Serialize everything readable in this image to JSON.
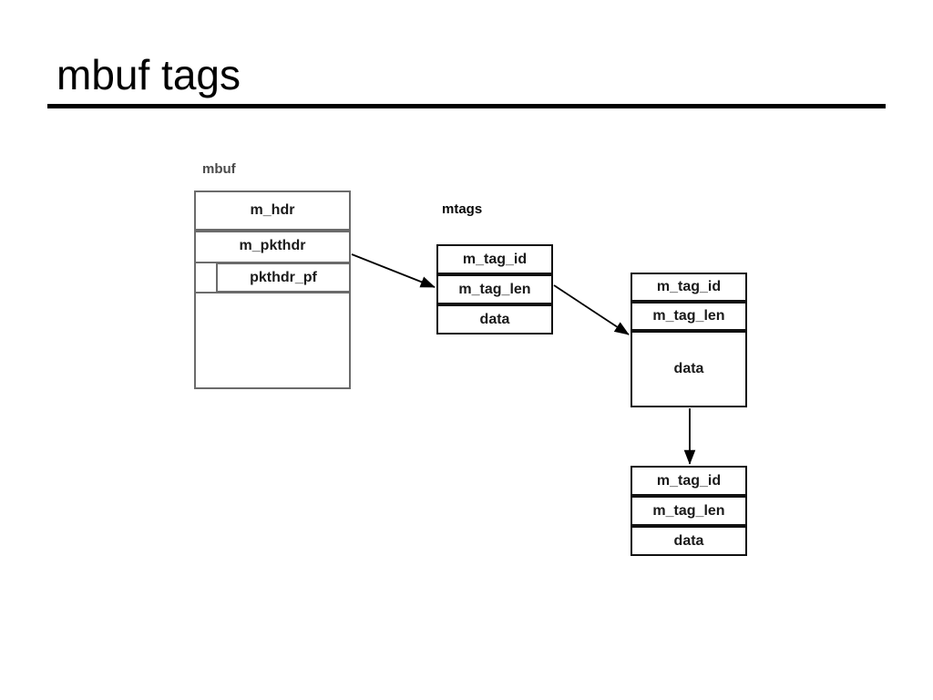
{
  "slide": {
    "title": "mbuf tags"
  },
  "diagram": {
    "mbuf": {
      "label": "mbuf",
      "rows": [
        {
          "name": "m_hdr"
        },
        {
          "name": "m_pkthdr"
        },
        {
          "name": "pkthdr_pf"
        }
      ]
    },
    "mtags": {
      "label": "mtags",
      "nodes": [
        {
          "id": "mtag-1",
          "rows": [
            "m_tag_id",
            "m_tag_len",
            "data"
          ]
        },
        {
          "id": "mtag-2",
          "rows": [
            "m_tag_id",
            "m_tag_len",
            "data"
          ]
        },
        {
          "id": "mtag-3",
          "rows": [
            "m_tag_id",
            "m_tag_len",
            "data"
          ]
        }
      ]
    },
    "connectors": [
      {
        "from": "m_pkthdr",
        "to": "mtag-1"
      },
      {
        "from": "mtag-1",
        "to": "mtag-2"
      },
      {
        "from": "mtag-2",
        "to": "mtag-3"
      }
    ]
  },
  "colors": {
    "background": "#ffffff",
    "title_text": "#000000",
    "rule": "#000000",
    "mbuf_border": "#6b6b6b",
    "mtag_border": "#111111",
    "label_gray": "#4a4a4a",
    "label_black": "#0a0a0a",
    "cell_text": "#1a1a1a",
    "arrow": "#000000"
  }
}
